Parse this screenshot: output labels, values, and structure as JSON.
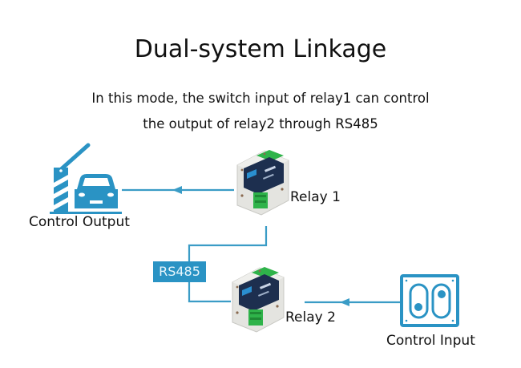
{
  "title": "Dual-system Linkage",
  "description": {
    "line1": "In this mode, the switch input of relay1 can control",
    "line2": "the output of relay2 through RS485"
  },
  "colors": {
    "accent": "#2a93c4",
    "line": "#3a9cc6",
    "text": "#111111",
    "device_body": "#e6e6e2",
    "device_panel": "#1d2f4f",
    "terminal": "#2fb34a"
  },
  "nodes": {
    "relay1": {
      "label": "Relay 1",
      "icon": "relay-device-icon"
    },
    "relay2": {
      "label": "Relay 2",
      "icon": "relay-device-icon"
    },
    "control_output": {
      "label": "Control Output",
      "icon": "barrier-gate-car-icon"
    },
    "control_input": {
      "label": "Control Input",
      "icon": "switch-panel-icon"
    }
  },
  "bus": {
    "label": "RS485"
  },
  "edges": [
    {
      "from": "relay1",
      "to": "control_output",
      "arrow": "left"
    },
    {
      "from": "relay1",
      "to": "relay2",
      "via": "RS485"
    },
    {
      "from": "control_input",
      "to": "relay2",
      "arrow": "left"
    }
  ]
}
